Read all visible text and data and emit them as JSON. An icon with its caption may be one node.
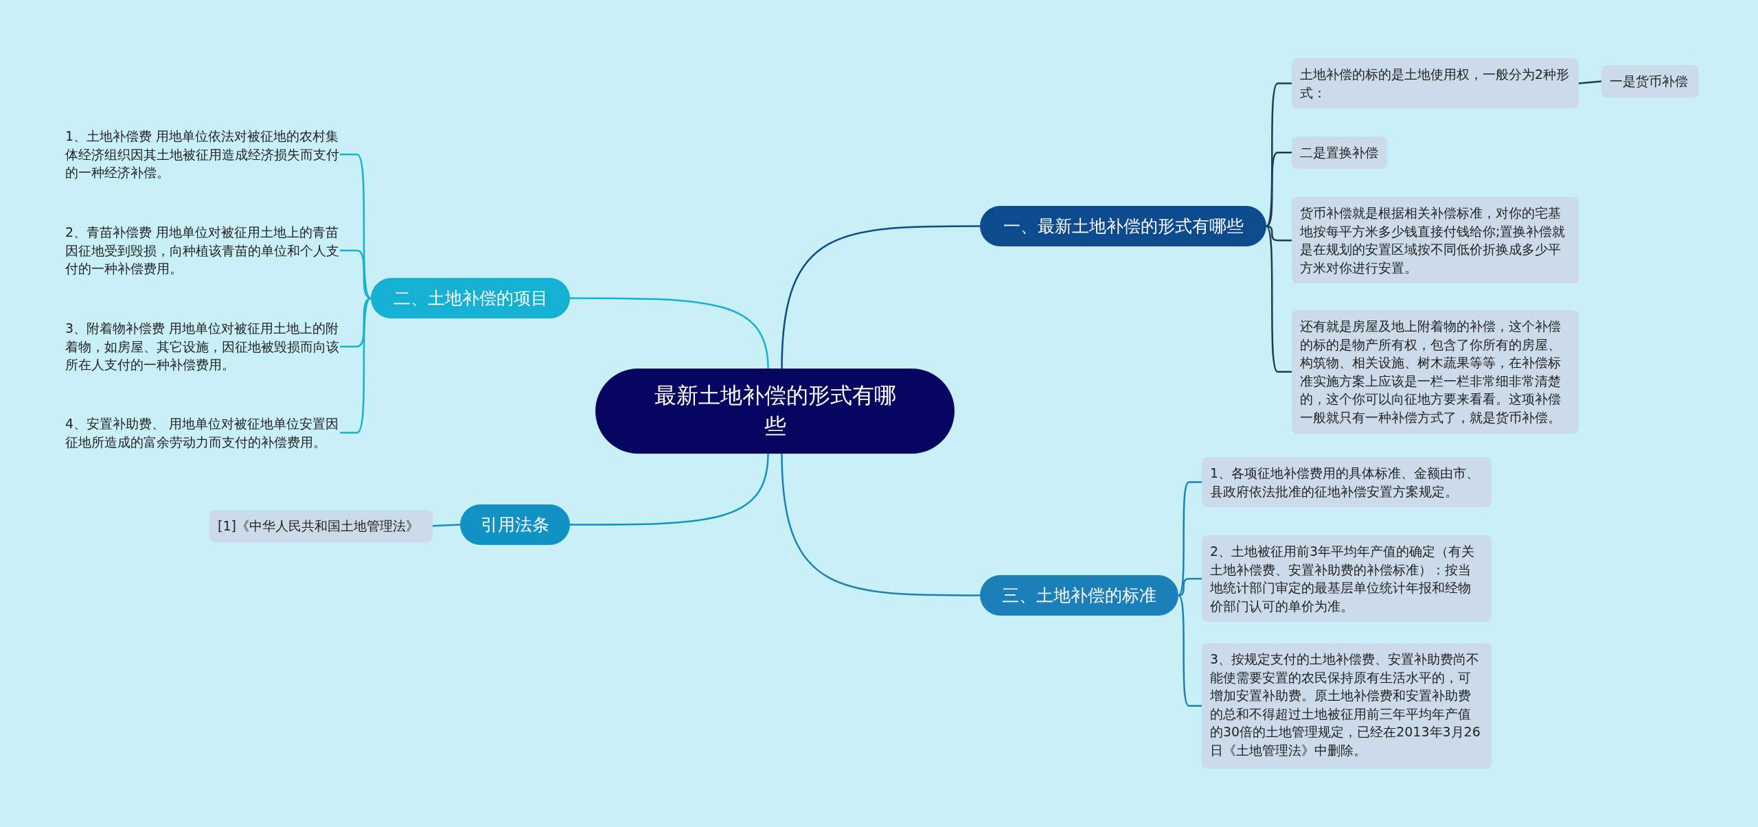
{
  "diagram": {
    "nodes": [
      {
        "text": [
          "最新土地补偿的形式有哪些"
        ]
      },
      {
        "text": [
          "一、最新土地补偿的形式有哪些"
        ]
      },
      {
        "text": [
          "土地补偿的标的是土地使用权，一般分为2种形式："
        ]
      },
      {
        "text": [
          "一是货币补偿"
        ]
      },
      {
        "text": [
          "二是置换补偿"
        ]
      },
      {
        "text": [
          "货币补偿就是根据相关补偿标准，对你的宅基地按每平方米多少钱直接付钱给你;置换补偿就是在规划的安置区域按不同低价折换成多少平方米对你进行安置。"
        ]
      },
      {
        "text": [
          "还有就是房屋及地上附着物的补偿，这个补偿的标的是物产所有权，包含了你所有的房屋、构筑物、相关设施、树木蔬果等等，在补偿标准实施方案上应该是一栏一栏非常细非常清楚的，这个你可以向征地方要来看看。这项补偿一般就只有一种补偿方式了，就是货币补偿。"
        ]
      },
      {
        "text": [
          "二、土地补偿的项目"
        ]
      },
      {
        "text": [
          "1、土地补偿费 用地单位依法对被征地的农村集体经济组织因其土地被征用造成经济损失而支付的一种经济补偿。"
        ]
      },
      {
        "text": [
          "2、青苗补偿费 用地单位对被征用土地上的青苗因征地受到毁损，向种植该青苗的单位和个人支付的一种补偿费用。"
        ]
      },
      {
        "text": [
          "3、附着物补偿费 用地单位对被征用土地上的附着物，如房屋、其它设施，因征地被毁损而向该所在人支付的一种补偿费用。"
        ]
      },
      {
        "text": [
          "4、安置补助费、 用地单位对被征地单位安置因征地所造成的富余劳动力而支付的补偿费用。"
        ]
      },
      {
        "text": [
          "引用法条"
        ]
      },
      {
        "text": [
          "[1]《中华人民共和国土地管理法》"
        ]
      },
      {
        "text": [
          "三、土地补偿的标准"
        ]
      },
      {
        "text": [
          "1、各项征地补偿费用的具体标准、金额由市、县政府依法批准的征地补偿安置方案规定。"
        ]
      },
      {
        "text": [
          "2、土地被征用前3年平均年产值的确定（有关土地补偿费、安置补助费的补偿标准）：按当地统计部门审定的最基层单位统计年报和经物价部门认可的单价为准。"
        ]
      },
      {
        "text": [
          "3、按规定支付的土地补偿费、安置补助费尚不能使需要安置的农民保持原有生活水平的，可增加安置补助费。原土地补偿费和安置补助费的总和不得超过土地被征用前三年平均年产值的30倍的土地管理规定，已经在2013年3月26日《土地管理法》中删除。"
        ]
      }
    ],
    "edges": [
      {
        "from": 0,
        "to": 1,
        "arrow": "none",
        "color": "#0d4a8e"
      },
      {
        "from": 1,
        "to": 2,
        "arrow": "none",
        "color": "#1f3b55"
      },
      {
        "from": 2,
        "to": 3,
        "arrow": "none",
        "color": "#1f3b55"
      },
      {
        "from": 1,
        "to": 4,
        "arrow": "none",
        "color": "#1f3b55"
      },
      {
        "from": 1,
        "to": 5,
        "arrow": "none",
        "color": "#1f3b55"
      },
      {
        "from": 1,
        "to": 6,
        "arrow": "none",
        "color": "#1f3b55"
      },
      {
        "from": 0,
        "to": 7,
        "arrow": "none",
        "color": "#16b0d3"
      },
      {
        "from": 7,
        "to": 8,
        "arrow": "none",
        "color": "#16b0d3"
      },
      {
        "from": 7,
        "to": 9,
        "arrow": "none",
        "color": "#16b0d3"
      },
      {
        "from": 7,
        "to": 10,
        "arrow": "none",
        "color": "#16b0d3"
      },
      {
        "from": 7,
        "to": 11,
        "arrow": "none",
        "color": "#16b0d3"
      },
      {
        "from": 0,
        "to": 12,
        "arrow": "none",
        "color": "#1093c4"
      },
      {
        "from": 12,
        "to": 13,
        "arrow": "none",
        "color": "#1093c4"
      },
      {
        "from": 0,
        "to": 14,
        "arrow": "none",
        "color": "#1b80b8"
      },
      {
        "from": 14,
        "to": 15,
        "arrow": "none",
        "color": "#1b80b8"
      },
      {
        "from": 14,
        "to": 16,
        "arrow": "none",
        "color": "#1b80b8"
      },
      {
        "from": 14,
        "to": 17,
        "arrow": "none",
        "color": "#1b80b8"
      }
    ]
  }
}
